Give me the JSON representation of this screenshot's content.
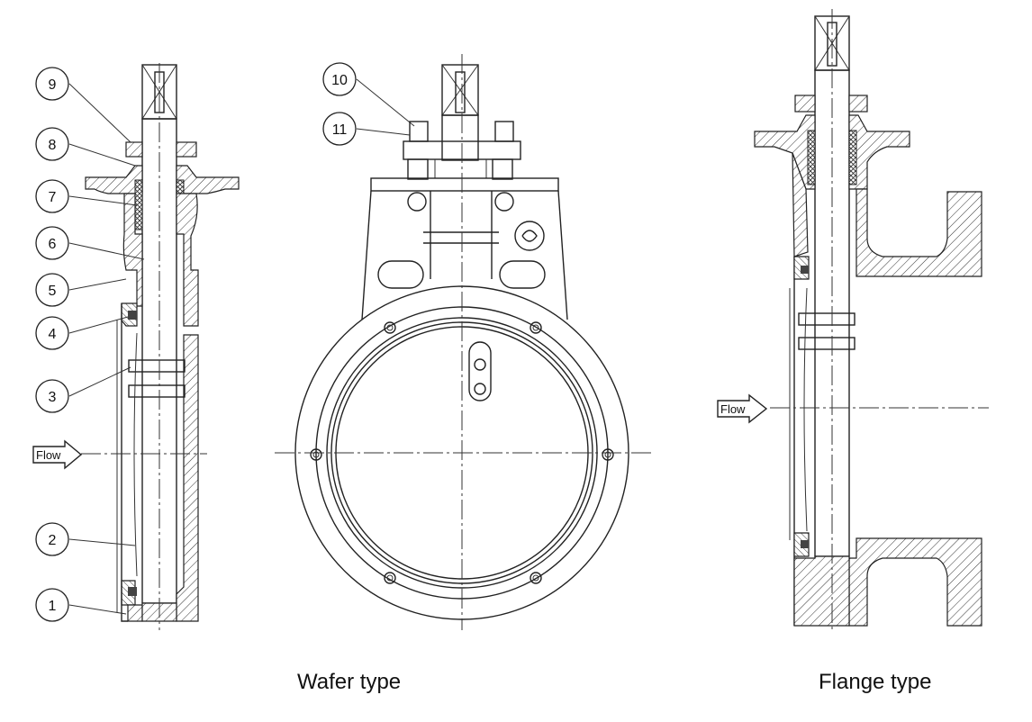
{
  "captions": {
    "wafer": "Wafer type",
    "flange": "Flange type"
  },
  "flow_label": "Flow",
  "part_numbers": [
    "1",
    "2",
    "3",
    "4",
    "5",
    "6",
    "7",
    "8",
    "9",
    "10",
    "11"
  ]
}
